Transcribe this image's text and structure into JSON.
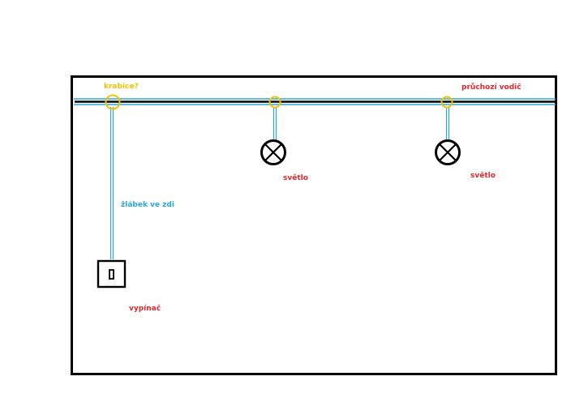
{
  "colors": {
    "background": "#ffffff",
    "wall": "#000000",
    "conduit": "#29a8e0",
    "box": "#f2c200",
    "red_label": "#e8262d",
    "yellow_label": "#f2c200",
    "blue_label": "#29a8e0"
  },
  "labels": {
    "box": "krabice?",
    "through_wire": "průchozí vodič",
    "light_1": "světlo",
    "light_2": "světlo",
    "wall_channel": "žlábek ve zdi",
    "switch": "vypínač"
  },
  "elements": {
    "junction_boxes": 3,
    "lights": 2,
    "switches": 1,
    "light_icon": "lamp-cross-icon",
    "switch_icon": "wall-switch-icon"
  }
}
